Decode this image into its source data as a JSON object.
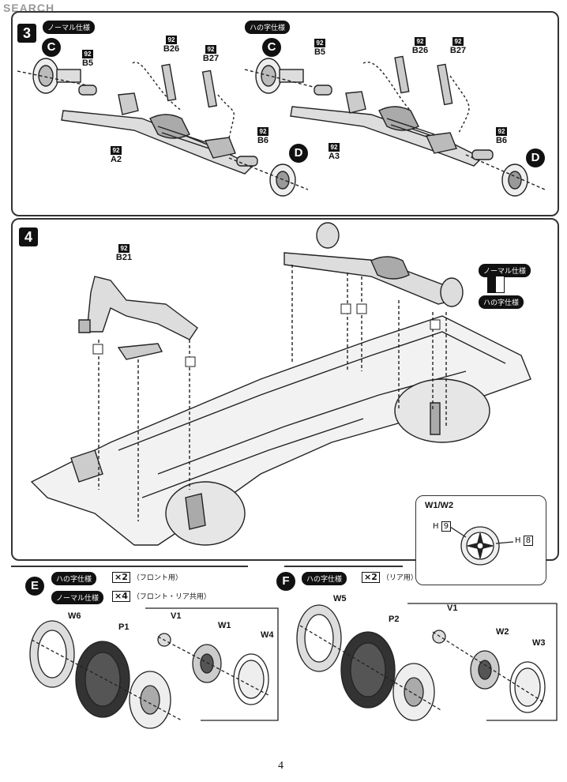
{
  "watermark": "SEARCH",
  "page_number": "4",
  "step3": {
    "number": "3",
    "left_tag": "ノーマル仕様",
    "right_tag": "ハの字仕様",
    "left": {
      "marker_c": "C",
      "marker_d": "D",
      "b5": {
        "box": "92",
        "code": "B5"
      },
      "b26": {
        "box": "92",
        "code": "B26"
      },
      "b27": {
        "box": "92",
        "code": "B27"
      },
      "b6": {
        "box": "92",
        "code": "B6"
      },
      "a2": {
        "box": "92",
        "code": "A2"
      }
    },
    "right": {
      "marker_c": "C",
      "marker_d": "D",
      "b5": {
        "box": "92",
        "code": "B5"
      },
      "b26": {
        "box": "92",
        "code": "B26"
      },
      "b27": {
        "box": "92",
        "code": "B27"
      },
      "b6": {
        "box": "92",
        "code": "B6"
      },
      "a3": {
        "box": "92",
        "code": "A3"
      }
    }
  },
  "step4": {
    "number": "4",
    "b21": {
      "box": "92",
      "code": "B21"
    },
    "option_normal": "ノーマル仕様",
    "option_hachi": "ハの字仕様",
    "inset": {
      "title": "W1/W2",
      "h9_letter": "H",
      "h9_num": "9",
      "h8_letter": "H",
      "h8_num": "8"
    }
  },
  "stepE": {
    "marker": "E",
    "row1_tag": "ハの字仕様",
    "row1_mult": "×2",
    "row1_note": "（フロント用）",
    "row2_tag": "ノーマル仕様",
    "row2_mult": "×4",
    "row2_note": "（フロント・リア共用）",
    "parts": {
      "w6": "W6",
      "p1": "P1",
      "v1": "V1",
      "w1": "W1",
      "w4": "W4"
    }
  },
  "stepF": {
    "marker": "F",
    "tag": "ハの字仕様",
    "mult": "×2",
    "note": "（リア用）",
    "parts": {
      "w5": "W5",
      "p2": "P2",
      "v1": "V1",
      "w2": "W2",
      "w3": "W3"
    }
  }
}
